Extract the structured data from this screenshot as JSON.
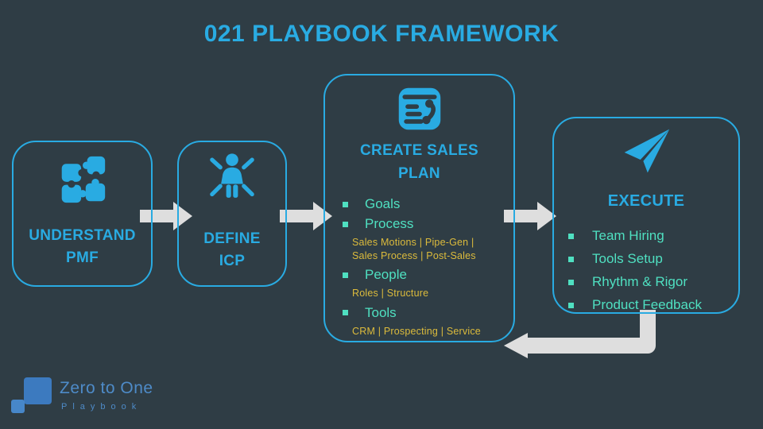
{
  "title": "021 PLAYBOOK FRAMEWORK",
  "steps": [
    {
      "id": "understand-pmf",
      "icon": "puzzle-icon",
      "line1": "UNDERSTAND",
      "line2": "PMF"
    },
    {
      "id": "define-icp",
      "icon": "person-rays-icon",
      "line1": "DEFINE",
      "line2": "ICP"
    },
    {
      "id": "create-sales-plan",
      "icon": "sales-plan-icon",
      "line1": "CREATE SALES",
      "line2": "PLAN",
      "items": [
        {
          "label": "Goals",
          "sub": ""
        },
        {
          "label": "Process",
          "sub": "Sales Motions | Pipe-Gen |\nSales Process | Post-Sales"
        },
        {
          "label": "People",
          "sub": "Roles | Structure"
        },
        {
          "label": "Tools",
          "sub": "CRM | Prospecting | Service"
        }
      ]
    },
    {
      "id": "execute",
      "icon": "paper-plane-icon",
      "line1": "EXECUTE",
      "line2": "",
      "items": [
        "Team Hiring",
        "Tools Setup",
        "Rhythm & Rigor",
        "Product Feedback"
      ]
    }
  ],
  "logo": {
    "name": "Zero to One",
    "sub": "Playbook"
  },
  "colors": {
    "background": "#2f3d45",
    "accent": "#29abe2",
    "mint": "#4fe0c1",
    "gold": "#dcbb3c",
    "arrow_gray": "#dedede",
    "logo_blue": "#3c7abf"
  }
}
